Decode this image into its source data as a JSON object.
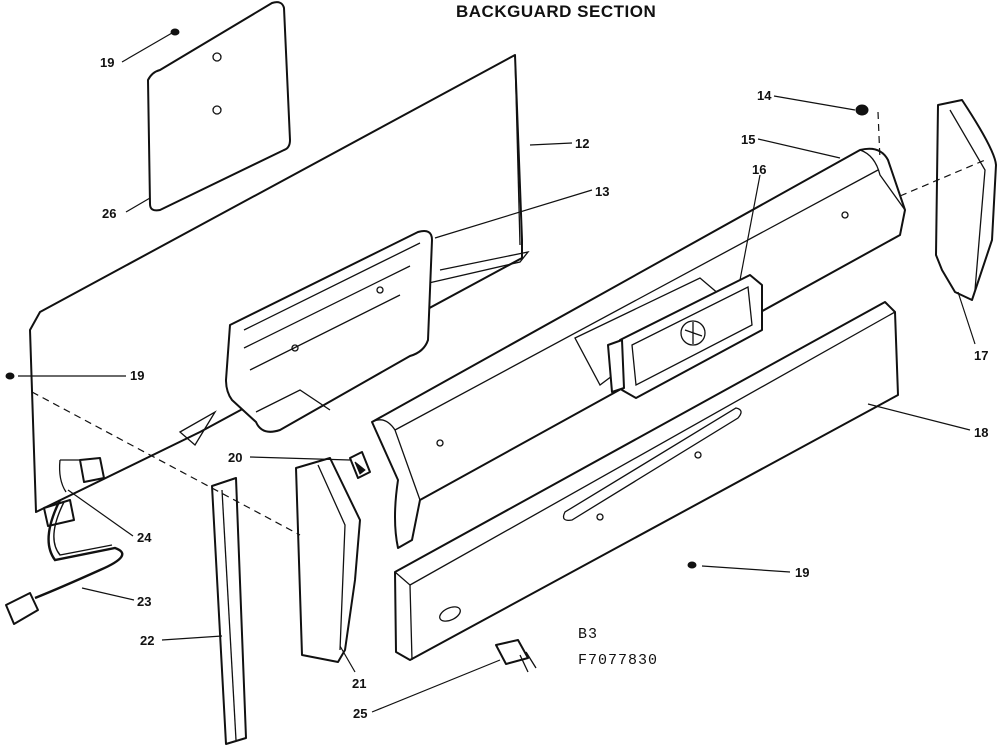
{
  "title": "BACKGUARD SECTION",
  "model_codes": [
    "B3",
    "F7077830"
  ],
  "callouts": {
    "c12": "12",
    "c13": "13",
    "c14": "14",
    "c15": "15",
    "c16": "16",
    "c17": "17",
    "c18": "18",
    "c19a": "19",
    "c19b": "19",
    "c19c": "19",
    "c20": "20",
    "c21": "21",
    "c22": "22",
    "c23": "23",
    "c24": "24",
    "c25": "25",
    "c26": "26"
  }
}
